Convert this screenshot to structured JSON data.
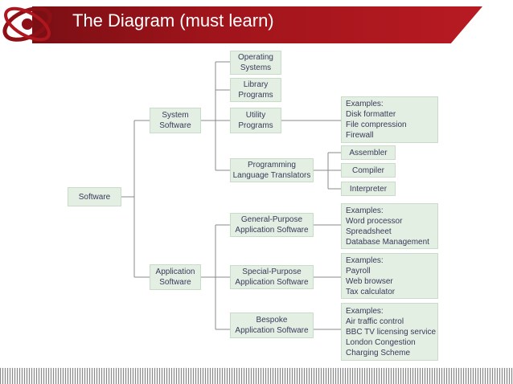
{
  "slide": {
    "title": "The Diagram (must learn)"
  },
  "diagram": {
    "software": "Software",
    "system_software": "System\nSoftware",
    "application_software": "Application\nSoftware",
    "operating_systems": "Operating\nSystems",
    "library_programs": "Library\nPrograms",
    "utility_programs": "Utility\nPrograms",
    "programming_translators": "Programming\nLanguage Translators",
    "utility_examples": "Examples:\nDisk formatter\nFile compression\nFirewall",
    "assembler": "Assembler",
    "compiler": "Compiler",
    "interpreter": "Interpreter",
    "general_purpose": "General-Purpose\nApplication Software",
    "special_purpose": "Special-Purpose\nApplication Software",
    "bespoke": "Bespoke\nApplication Software",
    "general_examples": "Examples:\nWord processor\nSpreadsheet\nDatabase Management",
    "special_examples": "Examples:\nPayroll\nWeb browser\nTax calculator",
    "bespoke_examples": "Examples:\nAir traffic control\nBBC TV licensing service\nLondon Congestion\nCharging Scheme"
  }
}
